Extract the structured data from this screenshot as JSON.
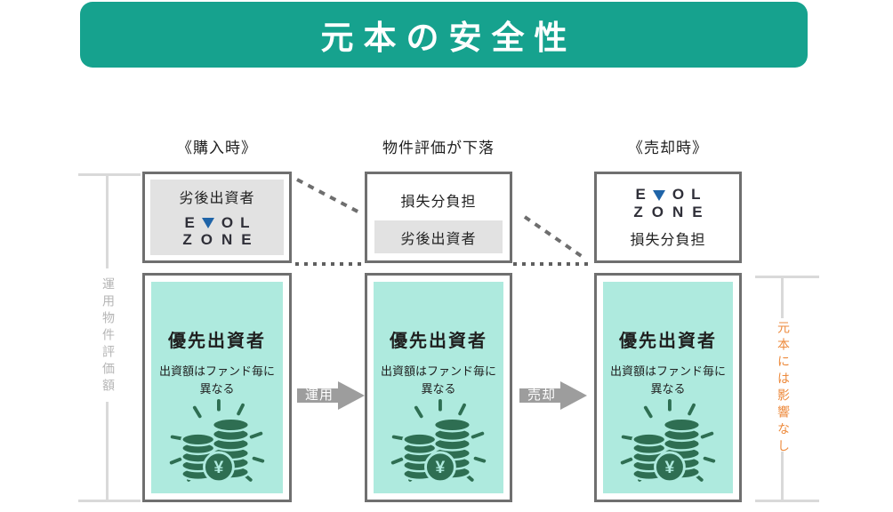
{
  "title": "元本の安全性",
  "column_headers": {
    "purchase": "《購入時》",
    "decline": "物件評価が下落",
    "sale": "《売却時》"
  },
  "logo": {
    "letter_e": "E",
    "letter_o": "O",
    "letter_l": "L",
    "line2": "ZONE"
  },
  "top_row": {
    "box1_label": "劣後出資者",
    "box2_loss_label": "損失分負担",
    "box2_sub_label": "劣後出資者",
    "box3_loss_label": "損失分負担"
  },
  "bottom_row": {
    "title": "優先出資者",
    "subtitle": "出資額はファンド毎に異なる",
    "coin_symbol": "¥"
  },
  "arrows": {
    "operate": "運用",
    "sell": "売却"
  },
  "side_labels": {
    "left": "運用物件評価額",
    "right": "元本には影響なし"
  },
  "colors": {
    "banner_green": "#16a28e",
    "mint": "#aeeade",
    "coin_green": "#2e6e52",
    "accent_orange": "#ed8a3c",
    "logo_blue": "#1f64a8",
    "box_border_gray": "#6f6f6f",
    "inner_gray": "#e2e2e2",
    "arrow_gray": "#9d9d9d",
    "bracket_gray": "#d9d9d9"
  }
}
